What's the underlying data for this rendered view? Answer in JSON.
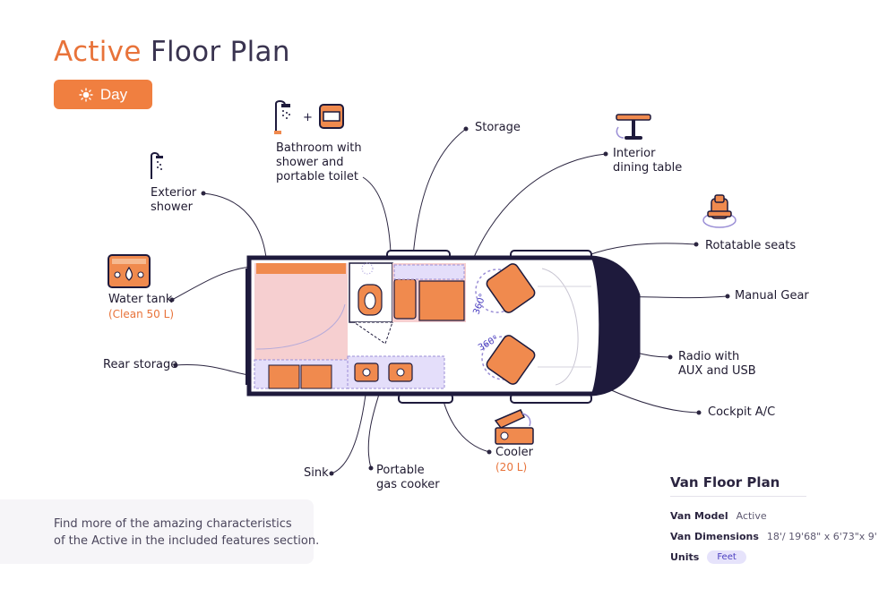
{
  "header": {
    "title_accent": "Active",
    "title_rest": "Floor Plan"
  },
  "day_button": {
    "label": "Day",
    "icon": "sun-icon"
  },
  "labels": {
    "bathroom": [
      "Bathroom with",
      "shower and",
      "portable toilet"
    ],
    "storage": "Storage",
    "dining": [
      "Interior",
      "dining table"
    ],
    "exterior_shower": [
      "Exterior",
      "shower"
    ],
    "rotatable_seats": "Rotatable seats",
    "water_tank": "Water tank",
    "water_tank_sub": "(Clean 50 L)",
    "manual_gear": "Manual Gear",
    "rear_storage": "Rear storage",
    "radio": [
      "Radio with",
      "AUX and USB"
    ],
    "cockpit_ac": "Cockpit A/C",
    "cooler": "Cooler",
    "cooler_sub": "(20 L)",
    "sink": "Sink",
    "gas_cooker": [
      "Portable",
      "gas cooker"
    ],
    "rotation_mark": "360°",
    "plus": "+"
  },
  "icons": [
    "shower-icon",
    "toilet-icon",
    "table-icon",
    "seat-icon",
    "water-tank-icon",
    "cooler-icon"
  ],
  "note": [
    "Find more of the amazing characteristics",
    "of the Active in the included features section."
  ],
  "spec": {
    "heading": "Van Floor Plan",
    "rows": [
      {
        "key": "Van Model",
        "value": "Active"
      },
      {
        "key": "Van Dimensions",
        "value": "18'/ 19'68\" x 6'73\"x 9'"
      },
      {
        "key": "Units",
        "value": "Feet"
      }
    ]
  },
  "colors": {
    "accent": "#f07f40",
    "van_outline": "#1e1a3c",
    "pink_zone": "#f6cfd0",
    "lavender_zone": "#e4defa"
  }
}
